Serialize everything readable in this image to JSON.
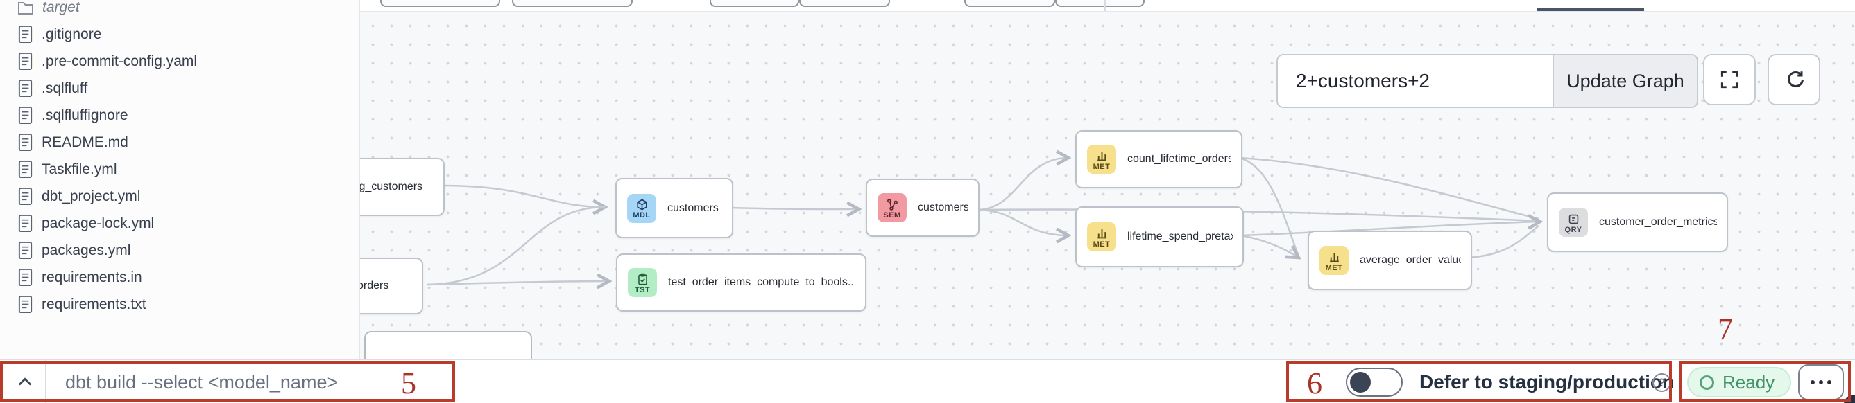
{
  "sidebar": {
    "folder": "target",
    "files": [
      ".gitignore",
      ".pre-commit-config.yaml",
      ".sqlfluff",
      ".sqlfluffignore",
      "README.md",
      "Taskfile.yml",
      "dbt_project.yml",
      "package-lock.yml",
      "packages.yml",
      "requirements.in",
      "requirements.txt"
    ]
  },
  "lineage": {
    "selector_value": "2+customers+2",
    "update_button_label": "Update Graph",
    "nodes": [
      {
        "label": "stg_customers"
      },
      {
        "label": "orders"
      },
      {
        "label": "customers",
        "type": "MDL"
      },
      {
        "label": "test_order_items_compute_to_bools...",
        "type": "TST"
      },
      {
        "label": "customers",
        "type": "SEM"
      },
      {
        "label": "count_lifetime_orders",
        "type": "MET"
      },
      {
        "label": "lifetime_spend_pretax",
        "type": "MET"
      },
      {
        "label": "average_order_value",
        "type": "MET"
      },
      {
        "label": "customer_order_metrics",
        "type": "QRY"
      }
    ]
  },
  "command_bar": {
    "command_text": "dbt build --select <model_name>"
  },
  "status_bar": {
    "defer_label": "Defer to staging/production",
    "help_glyph": "?",
    "ready_label": "Ready"
  },
  "annotations": {
    "command_input": "5",
    "defer_toggle": "6",
    "status_group": "7"
  },
  "colors": {
    "annotation_red": "#b83b2b",
    "node_mdl": "#a5d6f6",
    "node_sem": "#f29aa2",
    "node_met": "#f6e08b",
    "node_tst": "#b2edc6",
    "node_qry": "#dddde0",
    "ready_green": "#44926a",
    "tab_indicator_slate": "#4a5468"
  }
}
